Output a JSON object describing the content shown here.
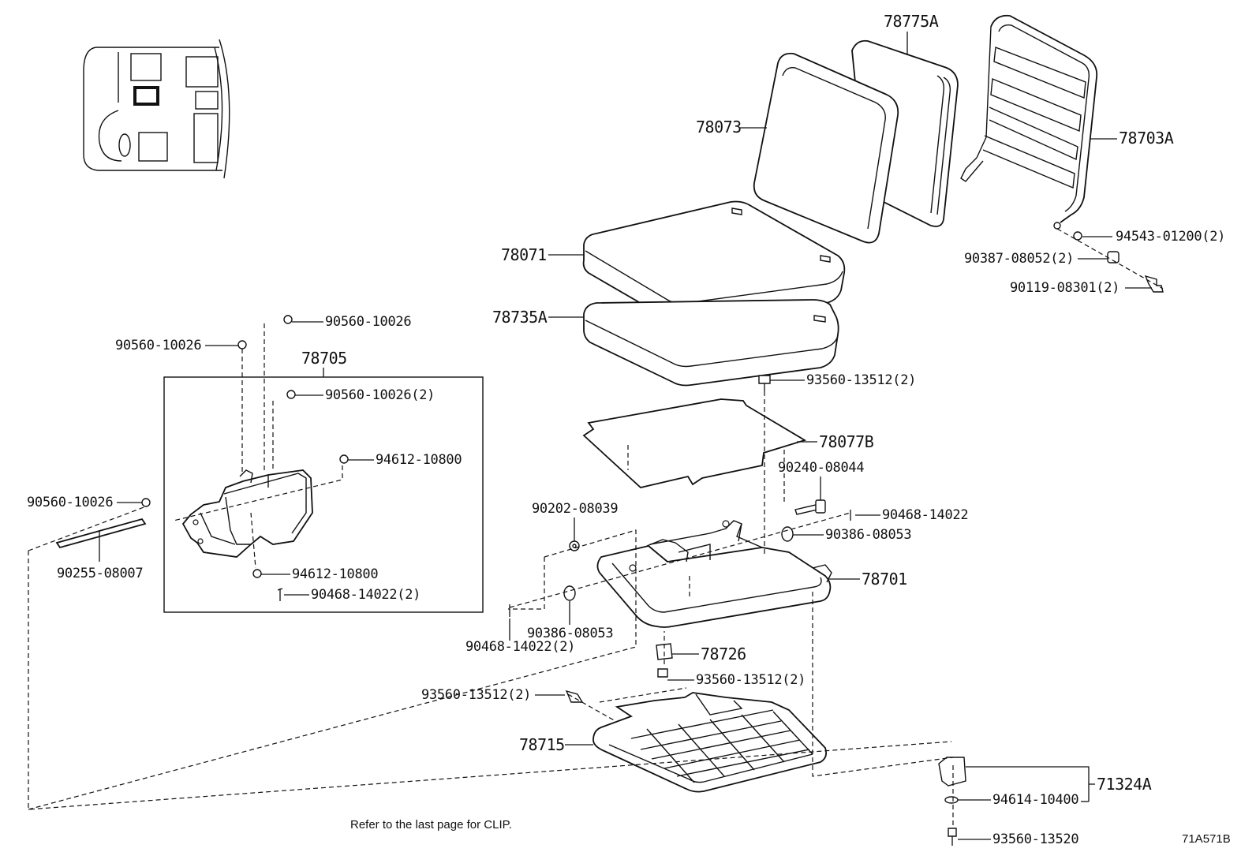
{
  "labels": {
    "p78775A": "78775A",
    "p78073": "78073",
    "p78703A": "78703A",
    "p94543": "94543-01200(2)",
    "p90387": "90387-08052(2)",
    "p90119": "90119-08301(2)",
    "p78071": "78071",
    "p78735A": "78735A",
    "p90560a": "90560-10026",
    "p90560b": "90560-10026",
    "p78705": "78705",
    "p90560c": "90560-10026(2)",
    "p94612a": "94612-10800",
    "p90560d": "90560-10026",
    "p90255": "90255-08007",
    "p94612b": "94612-10800",
    "p90468a": "90468-14022(2)",
    "p93560a": "93560-13512(2)",
    "p78077B": "78077B",
    "p90240": "90240-08044",
    "p90202": "90202-08039",
    "p90468b": "90468-14022",
    "p90386a": "90386-08053",
    "p78701": "78701",
    "p90386b": "90386-08053",
    "p90468c": "90468-14022(2)",
    "p78726": "78726",
    "p93560b": "93560-13512(2)",
    "p93560c": "93560-13512(2)",
    "p78715": "78715",
    "p71324A": "71324A",
    "p94614": "94614-10400",
    "p93560d": "93560-13520"
  },
  "note": "Refer to the last page for CLIP.",
  "diagram_code": "71A571B"
}
